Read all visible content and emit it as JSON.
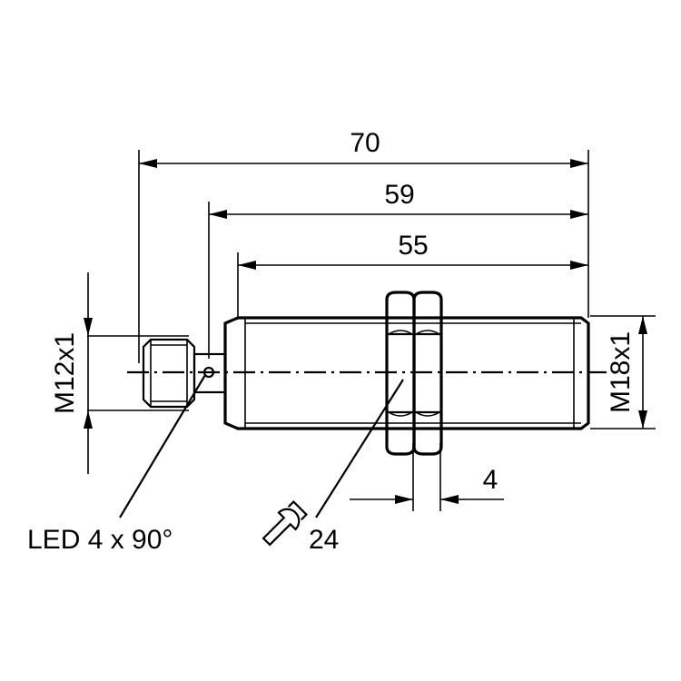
{
  "dimensions": {
    "overall_length": "70",
    "thread_length": "59",
    "body_length": "55",
    "nut_thickness": "4",
    "wrench_size": "24",
    "connector_thread": "M12x1",
    "body_thread": "M18x1"
  },
  "annotations": {
    "led_label": "LED 4 x 90°"
  },
  "icons": {
    "wrench": "wrench-icon"
  }
}
